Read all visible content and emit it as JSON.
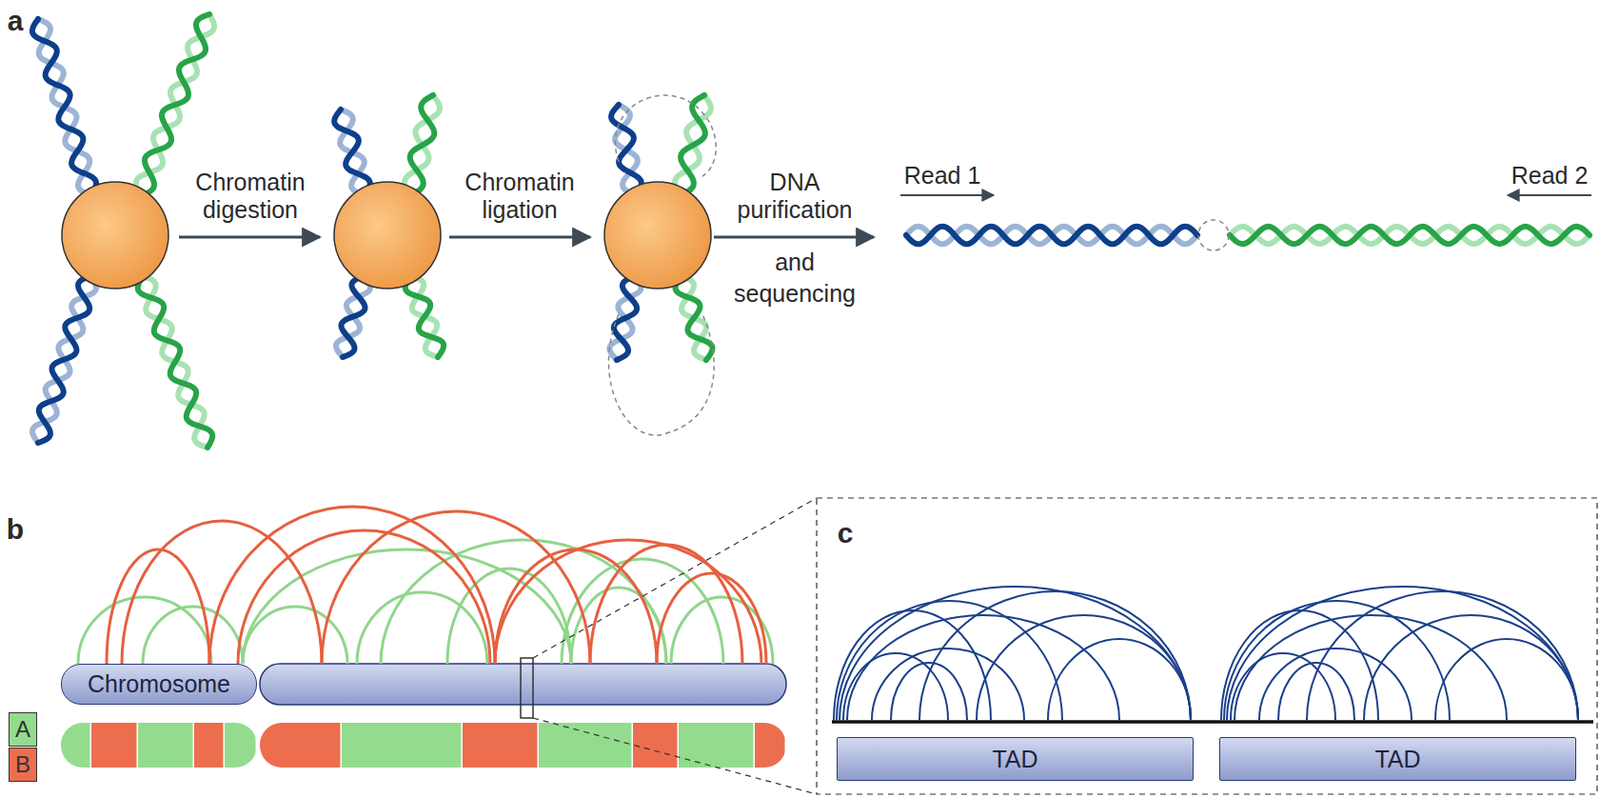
{
  "diagram": {
    "nodes": [
      {
        "text": [
          "Chromosome"
        ]
      },
      {
        "text": [
          "TAD"
        ]
      },
      {
        "text": [
          "TAD"
        ]
      }
    ],
    "labels": [
      "a",
      "b",
      "c",
      "Chromatin digestion",
      "Chromatin ligation",
      "DNA purification",
      "and",
      "sequencing",
      "Read 1",
      "Read 2"
    ],
    "legend": [
      {
        "text": "A",
        "color": "#93dc8e"
      },
      {
        "text": "B",
        "color": "#ec6e4e"
      }
    ]
  }
}
